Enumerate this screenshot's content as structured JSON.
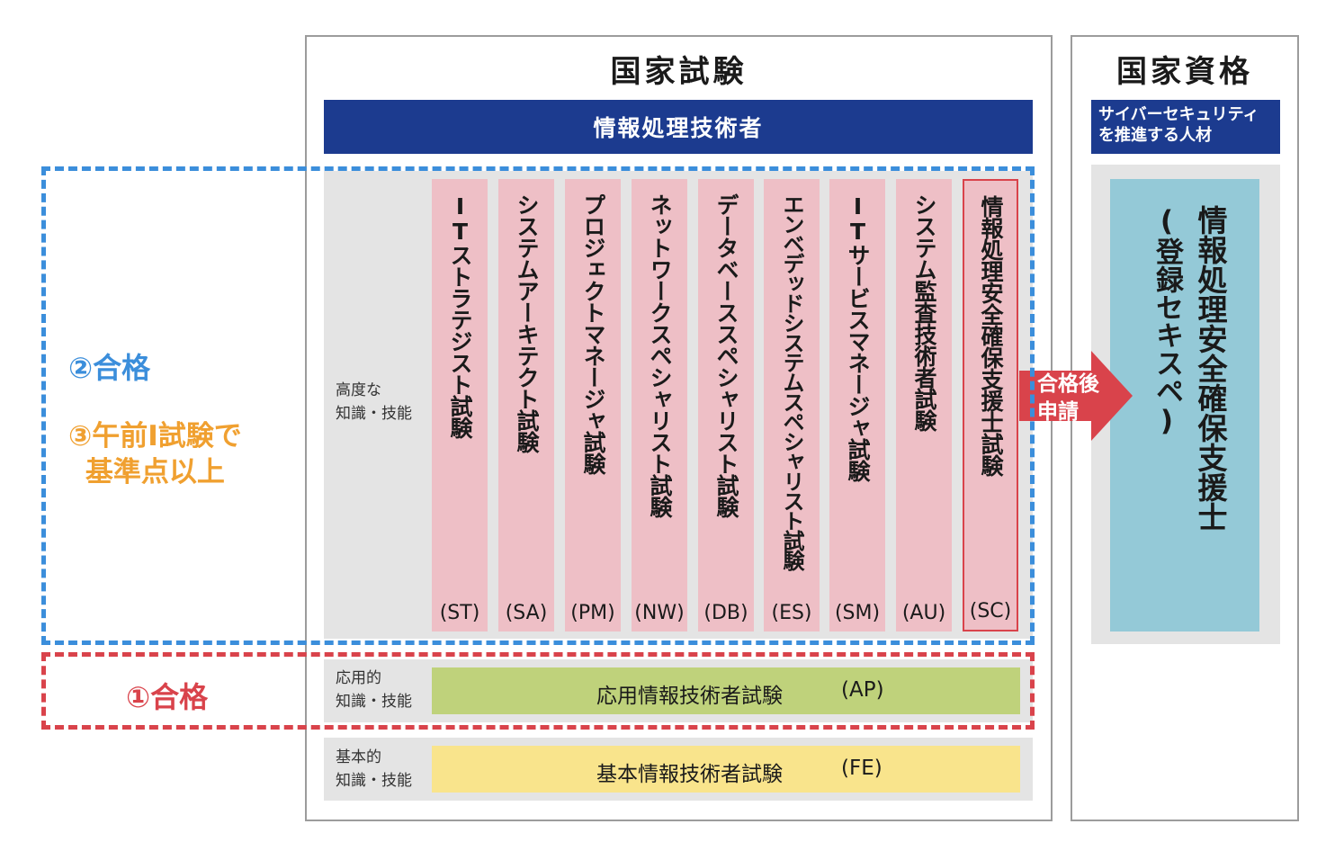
{
  "national_exam": {
    "title": "国家試験",
    "category_bar": "情報処理技術者",
    "tiers": {
      "advanced": {
        "label_lines": [
          "高度な",
          "知識・技能"
        ]
      },
      "applied": {
        "label_lines": [
          "応用的",
          "知識・技能"
        ]
      },
      "basic": {
        "label_lines": [
          "基本的",
          "知識・技能"
        ]
      }
    },
    "advanced_exams": [
      {
        "name": "ITストラテジスト試験",
        "code": "(ST)"
      },
      {
        "name": "システムアーキテクト試験",
        "code": "(SA)"
      },
      {
        "name": "プロジェクトマネージャ試験",
        "code": "(PM)"
      },
      {
        "name": "ネットワークスペシャリスト試験",
        "code": "(NW)"
      },
      {
        "name": "データベーススペシャリスト試験",
        "code": "(DB)"
      },
      {
        "name": "エンベデッドシステムスペシャリスト試験",
        "code": "(ES)"
      },
      {
        "name": "ITサービスマネージャ試験",
        "code": "(SM)"
      },
      {
        "name": "システム監査技術者試験",
        "code": "(AU)"
      },
      {
        "name": "情報処理安全確保支援士試験",
        "code": "(SC)"
      }
    ],
    "applied_exam": {
      "name": "応用情報技術者試験",
      "code": "(AP)"
    },
    "basic_exam": {
      "name": "基本情報技術者試験",
      "code": "(FE)"
    }
  },
  "national_qualification": {
    "title": "国家資格",
    "category_lines": [
      "サイバーセキュリティ",
      "を推進する人材"
    ],
    "qualification_name": "情報処理安全確保支援士",
    "qualification_sub": "(登録セキスペ)"
  },
  "arrow_label_lines": [
    "合格後",
    "申請"
  ],
  "notes": {
    "pass_2": "②合格",
    "am_exam_lines": [
      "③午前Ⅰ試験で",
      "基準点以上"
    ],
    "pass_1": "①合格"
  },
  "colors": {
    "navy": "#1c3b8f",
    "pink": "#eebfc6",
    "green": "#bfd27b",
    "yellow": "#f9e48c",
    "light_blue": "#94c9d7",
    "red": "#d9434b",
    "blue_dash": "#3b8edb",
    "orange": "#f0a030"
  }
}
